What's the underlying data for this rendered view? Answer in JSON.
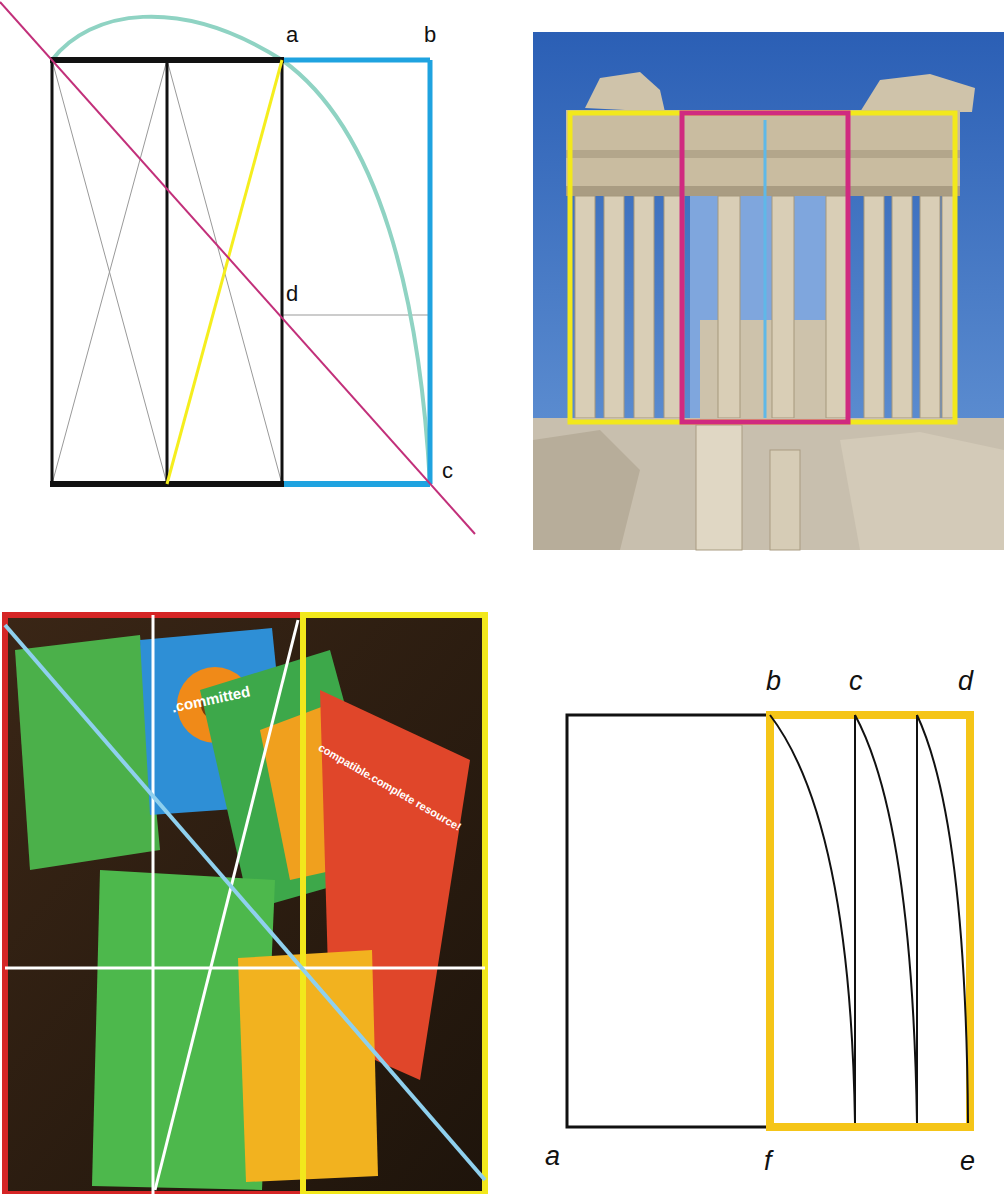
{
  "diagram": {
    "labels": [
      "a",
      "b",
      "d",
      "c",
      ".committed",
      "compatible.complete resource!",
      "b",
      "c",
      "d",
      "a",
      "f",
      "e"
    ]
  }
}
